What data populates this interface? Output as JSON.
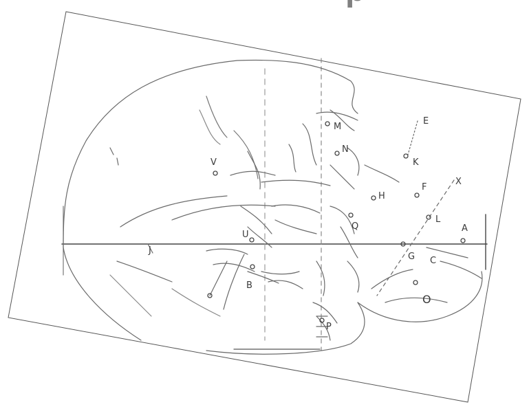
{
  "image": {
    "description_glyph": "p",
    "paper_color": "#ffffff",
    "ink_color": "#4a4a4a"
  },
  "diagram": {
    "labels": {
      "M": "M",
      "N": "N",
      "E": "E",
      "K": "K",
      "V": "V",
      "F": "F",
      "X": "X",
      "H": "H",
      "L": "L",
      "Q": "Q",
      "U": "U",
      "A": "A",
      "G": "G",
      "C": "C",
      "J": "J",
      "B": "B",
      "O": "O",
      "P": "P"
    }
  }
}
